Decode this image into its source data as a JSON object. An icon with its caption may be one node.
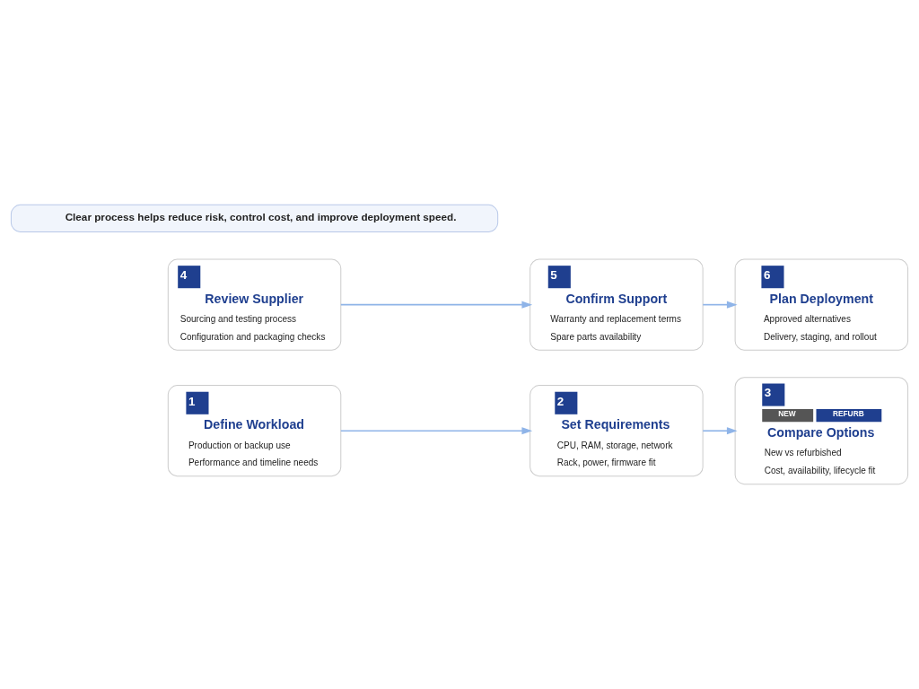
{
  "diagram": {
    "nodes": [
      {
        "text": [
          "1",
          "Define Workload",
          "Production or backup use",
          "Performance and timeline needs"
        ]
      },
      {
        "text": [
          "2",
          "Set Requirements",
          "CPU, RAM, storage, network",
          "Rack, power, firmware fit"
        ]
      },
      {
        "text": [
          "3",
          "NEW",
          "REFURB",
          "Compare Options",
          "New vs refurbished",
          "Cost, availability, lifecycle fit"
        ]
      },
      {
        "text": [
          "4",
          "Review Supplier",
          "Sourcing and testing process",
          "Configuration and packaging checks"
        ]
      },
      {
        "text": [
          "5",
          "Confirm Support",
          "Warranty and replacement terms",
          "Spare parts availability"
        ]
      },
      {
        "text": [
          "6",
          "Plan Deployment",
          "Approved alternatives",
          "Delivery, staging, and rollout"
        ]
      },
      {
        "text": [
          "Clear process helps reduce risk, control cost, and improve deployment speed."
        ]
      }
    ],
    "edges": [
      {
        "from": 0,
        "to": 1,
        "arrow": "to"
      },
      {
        "from": 1,
        "to": 2,
        "arrow": "to"
      },
      {
        "from": 3,
        "to": 4,
        "arrow": "to"
      },
      {
        "from": 4,
        "to": 5,
        "arrow": "to"
      }
    ]
  }
}
